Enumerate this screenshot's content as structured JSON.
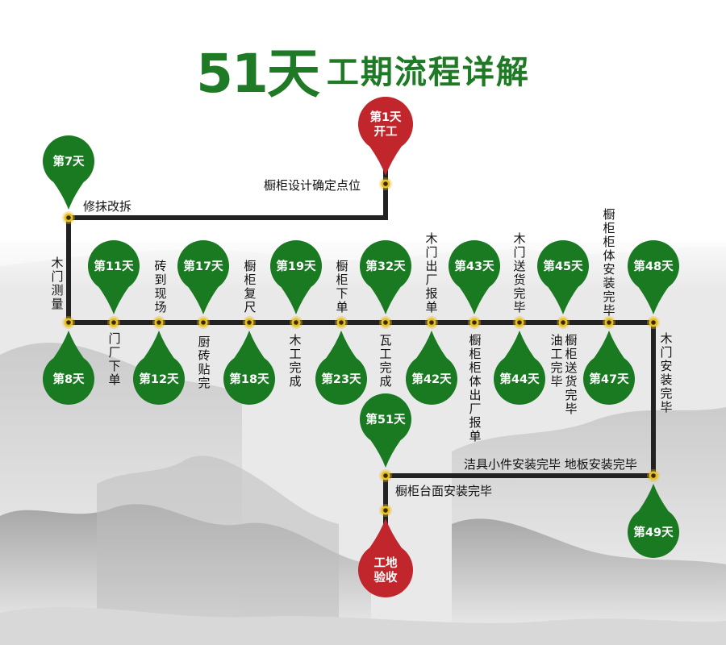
{
  "title": {
    "big": "51天",
    "small": "工期流程详解"
  },
  "colors": {
    "green": "#1a7a22",
    "red": "#c0262b",
    "line": "#222222",
    "dot": "#e8c020",
    "title": "#1e7a24"
  },
  "nodes": [
    {
      "id": "d1",
      "text": [
        "第1天",
        "开工"
      ],
      "color": "red",
      "icon": "drop-marker-icon"
    },
    {
      "id": "d7",
      "text": [
        "第7天"
      ],
      "color": "green",
      "icon": "drop-marker-icon"
    },
    {
      "id": "d8",
      "text": [
        "第8天"
      ],
      "color": "green",
      "icon": "drop-marker-icon"
    },
    {
      "id": "d11",
      "text": [
        "第11天"
      ],
      "color": "green",
      "icon": "drop-marker-icon"
    },
    {
      "id": "d12",
      "text": [
        "第12天"
      ],
      "color": "green",
      "icon": "drop-marker-icon"
    },
    {
      "id": "d17",
      "text": [
        "第17天"
      ],
      "color": "green",
      "icon": "drop-marker-icon"
    },
    {
      "id": "d18",
      "text": [
        "第18天"
      ],
      "color": "green",
      "icon": "drop-marker-icon"
    },
    {
      "id": "d19",
      "text": [
        "第19天"
      ],
      "color": "green",
      "icon": "drop-marker-icon"
    },
    {
      "id": "d23",
      "text": [
        "第23天"
      ],
      "color": "green",
      "icon": "drop-marker-icon"
    },
    {
      "id": "d32",
      "text": [
        "第32天"
      ],
      "color": "green",
      "icon": "drop-marker-icon"
    },
    {
      "id": "d42",
      "text": [
        "第42天"
      ],
      "color": "green",
      "icon": "drop-marker-icon"
    },
    {
      "id": "d43",
      "text": [
        "第43天"
      ],
      "color": "green",
      "icon": "drop-marker-icon"
    },
    {
      "id": "d44",
      "text": [
        "第44天"
      ],
      "color": "green",
      "icon": "drop-marker-icon"
    },
    {
      "id": "d45",
      "text": [
        "第45天"
      ],
      "color": "green",
      "icon": "drop-marker-icon"
    },
    {
      "id": "d47",
      "text": [
        "第47天"
      ],
      "color": "green",
      "icon": "drop-marker-icon"
    },
    {
      "id": "d48",
      "text": [
        "第48天"
      ],
      "color": "green",
      "icon": "drop-marker-icon"
    },
    {
      "id": "d49",
      "text": [
        "第49天"
      ],
      "color": "green",
      "icon": "drop-marker-icon"
    },
    {
      "id": "d51",
      "text": [
        "第51天"
      ],
      "color": "green",
      "icon": "drop-marker-icon"
    },
    {
      "id": "final",
      "text": [
        "工地",
        "验收"
      ],
      "color": "red",
      "icon": "drop-marker-icon"
    }
  ],
  "labels": {
    "cabinet_design": "橱柜设计确定点位",
    "demolish": "修抹改拆",
    "door_measure": "木门测量",
    "door_order": "门厂下单",
    "tiles_arrive": "砖到现场",
    "kitchen_tiles": "厨砖贴完",
    "cabinet_remeasure": "橱柜复尺",
    "carpentry_done": "木工完成",
    "cabinet_order": "橱柜下单",
    "tiling_done": "瓦工完成",
    "door_ship": "木门出厂报单",
    "cabinet_ship": "橱柜柜体出厂报单",
    "door_delivered": "木门送货完毕",
    "painting_done": "油工完毕",
    "cabinet_delivered": "橱柜送货完毕",
    "cabinet_installed": "橱柜柜体安装完毕",
    "door_installed": "木门安装完毕",
    "fixtures_floor": "洁具小件安装完毕 地板安装完毕",
    "countertop_installed": "橱柜台面安装完毕"
  }
}
